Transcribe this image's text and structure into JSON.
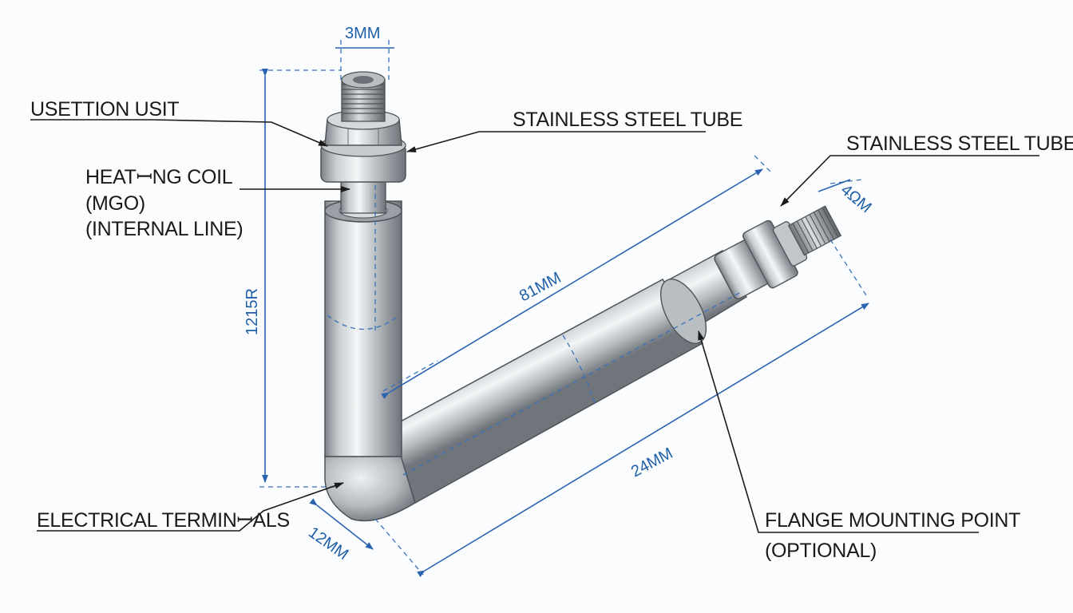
{
  "labels": {
    "usettion_unit": "USETTION USIT",
    "stainless_top": "STAINLESS STEEL TUBE",
    "stainless_right": "STAINLESS STEEL TUBE",
    "heating_coil_1": "HEATꟷNG COIL",
    "heating_coil_2": "(MGO)",
    "heating_coil_3": "(INTERNAL LINE)",
    "electrical_terminals": "ELECTRICAL TERMINꟷALS",
    "flange_1": "FLANGE MOUNTING POINT",
    "flange_2": "(OPTIONAL)"
  },
  "dimensions": {
    "top_width": "3MM",
    "vertical_length": "1215R",
    "diagonal_upper": "81MM",
    "diagonal_lower": "24MM",
    "bend_width": "12MM",
    "right_width": "4ΩM"
  },
  "colors": {
    "dimension": "#2a64b0",
    "label": "#1a1a1a",
    "background": "#fbfcfd"
  }
}
